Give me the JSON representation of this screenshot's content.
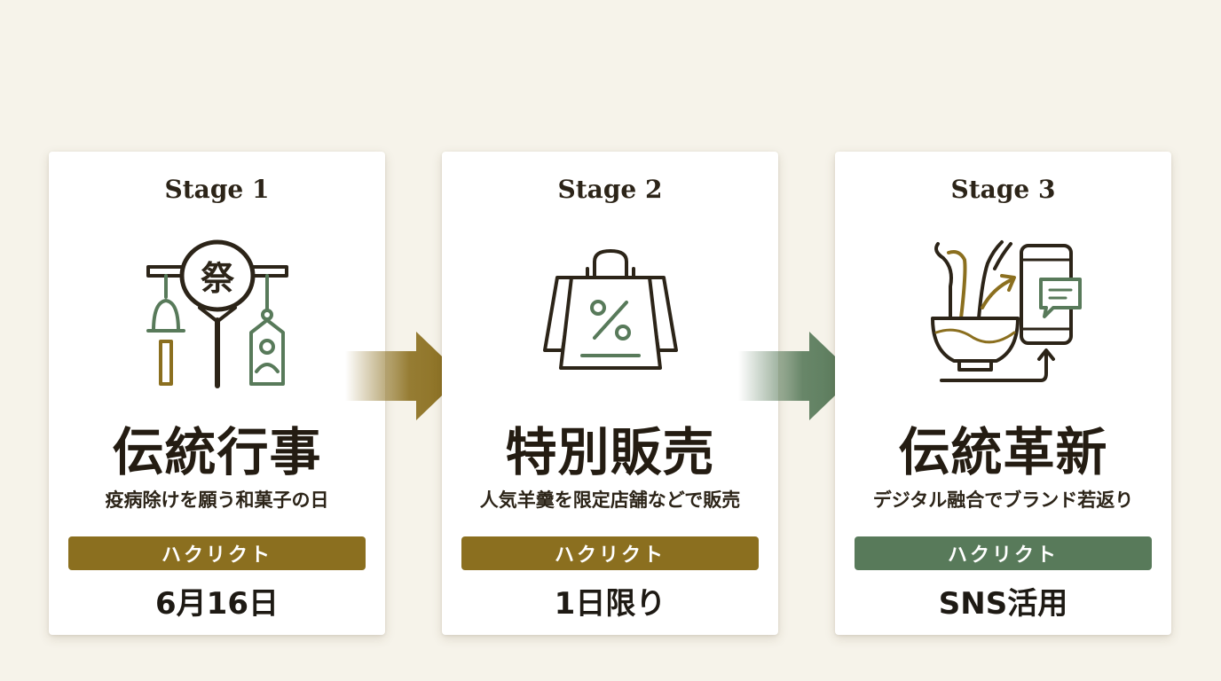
{
  "colors": {
    "gold": "#8b6f1f",
    "green": "#587a5a",
    "ink": "#2c2418"
  },
  "stages": [
    {
      "stage": "Stage 1",
      "icon": "festival-uchiwa-icon",
      "title": "伝統行事",
      "kanji": "祭",
      "desc": "疫病除けを願う和菓子の日",
      "badge": "ハクリクト",
      "value": "6月16日"
    },
    {
      "stage": "Stage 2",
      "icon": "shopping-bag-percent-icon",
      "title": "特別販売",
      "desc": "人気羊羹を限定店舗などで販売",
      "badge": "ハクリクト",
      "value": "1日限り"
    },
    {
      "stage": "Stage 3",
      "icon": "bowl-smartphone-icon",
      "title": "伝統革新",
      "desc": "デジタル融合でブランド若返り",
      "badge": "ハクリクト",
      "value": "SNS活用"
    }
  ]
}
